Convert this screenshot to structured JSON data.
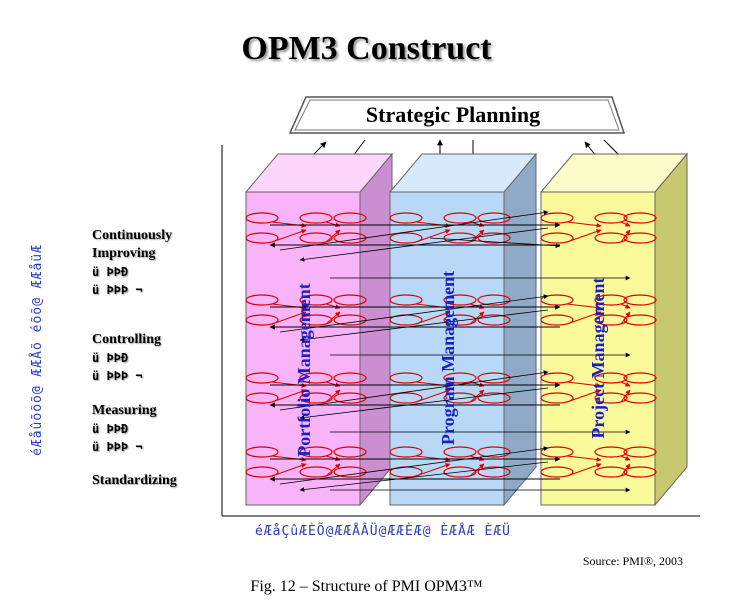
{
  "title": "OPM3 Construct",
  "strategic_planning": "Strategic Planning",
  "stages": [
    {
      "name": "Continuously Improving",
      "lines": [
        "Continuously",
        "Improving"
      ],
      "garble": [
        "ü ÞÞÐ",
        "ü ÞÞÞ ¬"
      ]
    },
    {
      "name": "Controlling",
      "lines": [
        "Controlling"
      ],
      "garble": [
        "ü ÞÞÐ",
        "ü ÞÞÞ ¬"
      ]
    },
    {
      "name": "Measuring",
      "lines": [
        "Measuring"
      ],
      "garble": [
        "ü ÞÞÐ",
        "ü ÞÞÞ ¬"
      ]
    },
    {
      "name": "Standardizing",
      "lines": [
        "Standardizing"
      ],
      "garble": []
    }
  ],
  "columns": [
    {
      "label": "Portfolio Management",
      "front": "#f9b4f9",
      "side": "#c98fd0",
      "top": "#fcd6fc"
    },
    {
      "label": "Program Management",
      "front": "#b9d8f7",
      "side": "#8fa9c7",
      "top": "#d8e9fb"
    },
    {
      "label": "Project Management",
      "front": "#fafa9a",
      "side": "#c8c870",
      "top": "#fcfcc8"
    }
  ],
  "y_axis_garble": "éÆåûõõõ@ ÆÆÅõ éõõ@ ÆÆåüÆ",
  "x_axis_garble": "éÆåÇûÆÈÕ@ÆÆÅÂÜ@ÆÆÈÆ@ ÈÆÅÆ ÈÆÜ",
  "source": "Source: PMI®, 2003",
  "caption": "Fig. 12 – Structure of PMI OPM3™",
  "colors": {
    "arrow": "#000000",
    "process_oval": "#dd0000",
    "label_blue": "#1a20c8"
  }
}
